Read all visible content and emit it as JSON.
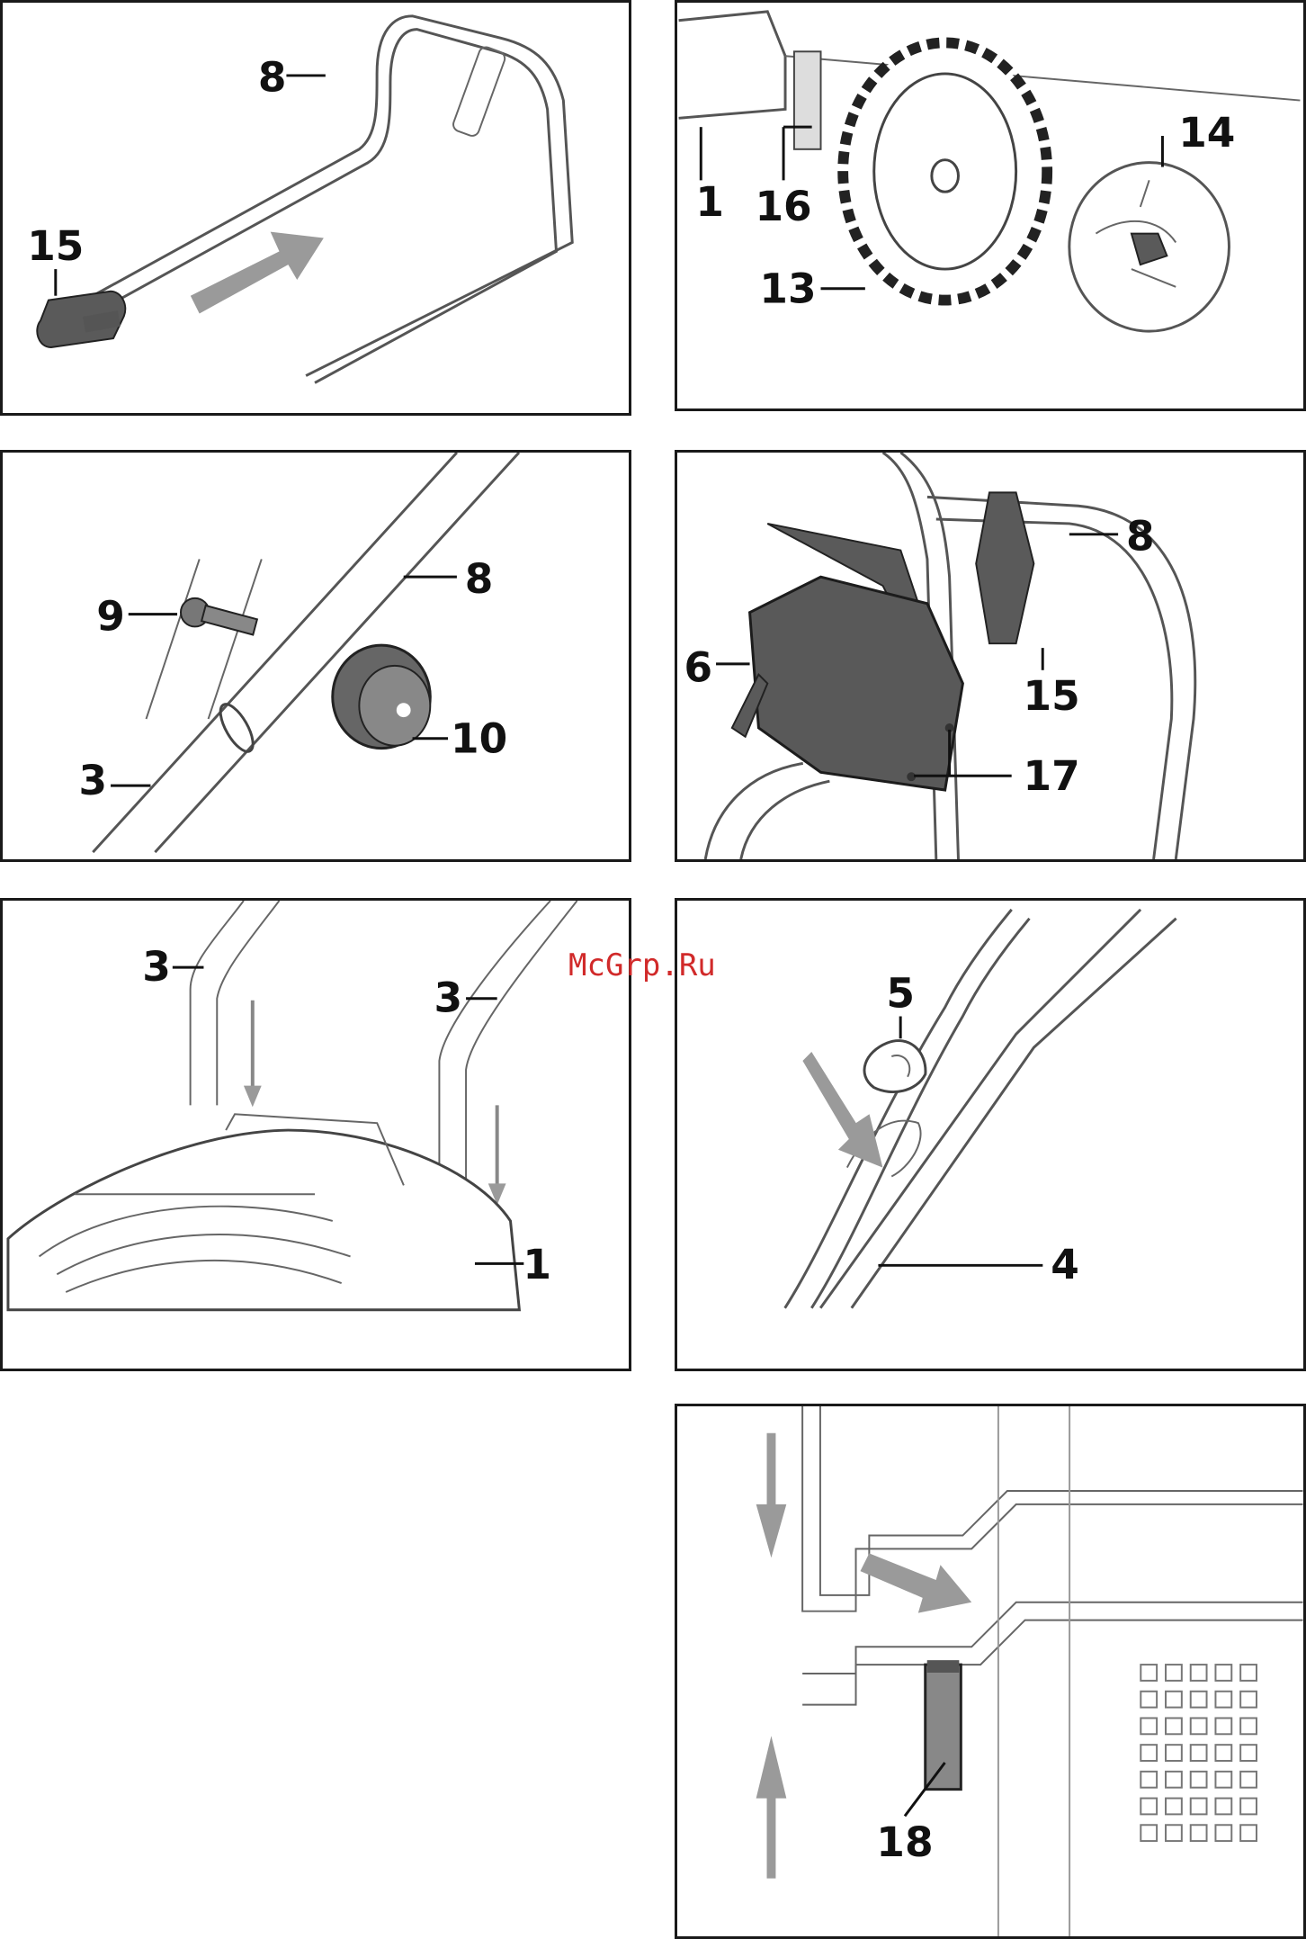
{
  "watermark": "McGrp.Ru",
  "panels": [
    {
      "callouts": [
        "8",
        "15"
      ]
    },
    {
      "callouts": [
        "1",
        "16",
        "13",
        "14"
      ]
    },
    {
      "callouts": [
        "9",
        "8",
        "10",
        "3"
      ]
    },
    {
      "callouts": [
        "6",
        "8",
        "15",
        "17"
      ]
    },
    {
      "callouts": [
        "3",
        "3",
        "1"
      ]
    },
    {
      "callouts": [
        "5",
        "4"
      ]
    },
    {
      "callouts": [
        "18"
      ]
    }
  ]
}
